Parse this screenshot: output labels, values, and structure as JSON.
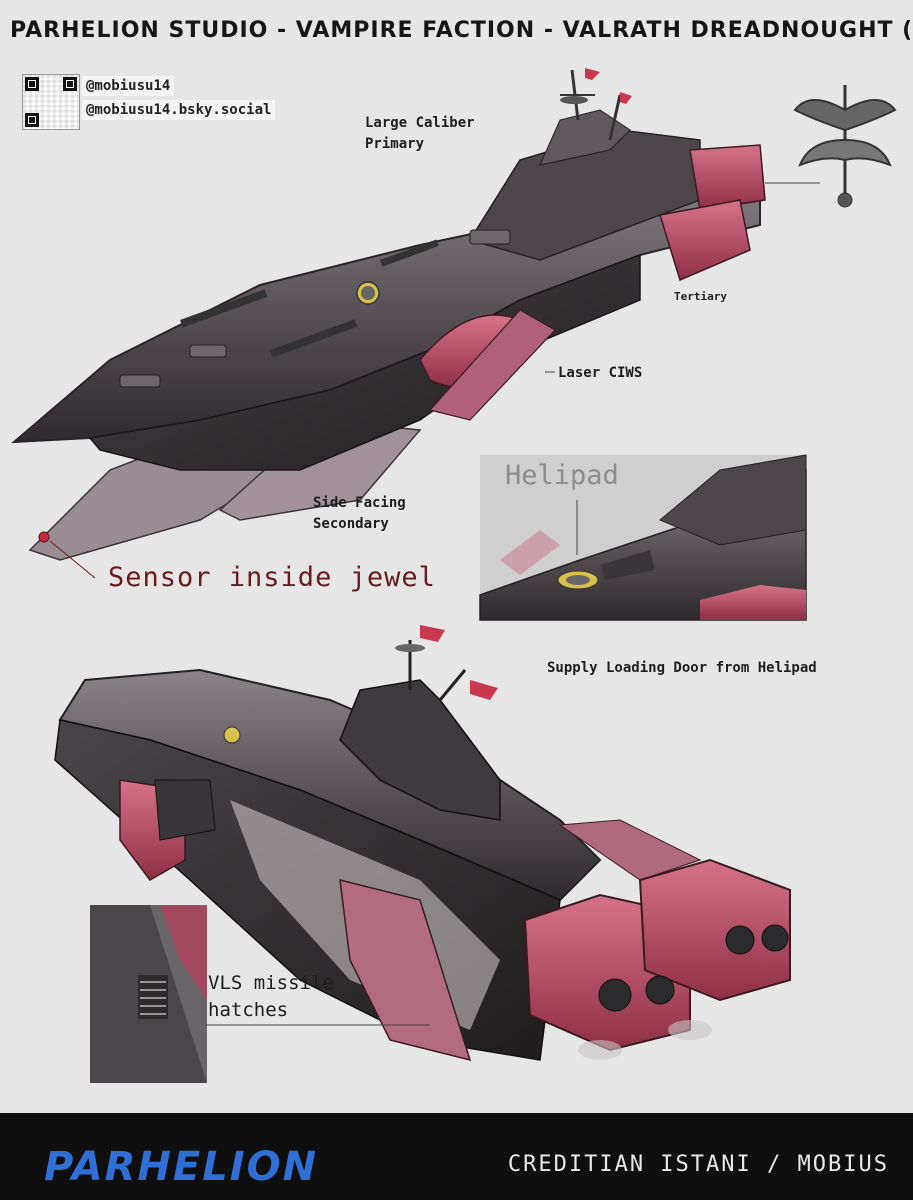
{
  "header": {
    "title": "PARHELION STUDIO - VAMPIRE FACTION - VALRATH DREADNOUGHT (AERIAL BATTLESH"
  },
  "social": {
    "handle_1": "@mobiusu14",
    "handle_2": "@mobiusu14.bsky.social"
  },
  "callouts": {
    "large_caliber": "Large Caliber",
    "primary": "Primary",
    "tertiary": "Tertiary",
    "laser_ciws": "Laser CIWS",
    "side_facing": "Side Facing",
    "secondary": "Secondary",
    "sensor": "Sensor inside jewel",
    "helipad": "Helipad",
    "supply_door": "Supply Loading Door from Helipad",
    "vls_1": "VLS missile",
    "vls_2": "hatches"
  },
  "footer": {
    "brand": "PARHELION",
    "credit": "CREDITIAN ISTANI / MOBIUS"
  },
  "colors": {
    "hull": "#5b5459",
    "accent_red": "#b8485f",
    "background": "#e6e6e6",
    "footer": "#0f0f0f",
    "brand": "#2f6fd6"
  }
}
